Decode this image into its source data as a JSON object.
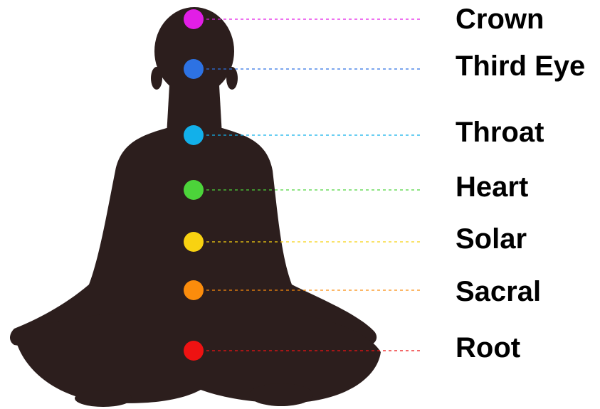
{
  "chakras": [
    {
      "name": "Crown",
      "color": "#e21ee6"
    },
    {
      "name": "Third Eye",
      "color": "#2d72e3"
    },
    {
      "name": "Throat",
      "color": "#12b0ea"
    },
    {
      "name": "Heart",
      "color": "#4cd43a"
    },
    {
      "name": "Solar",
      "color": "#f8d211"
    },
    {
      "name": "Sacral",
      "color": "#fb8c0c"
    },
    {
      "name": "Root",
      "color": "#ee1212"
    }
  ],
  "silhouette_color": "#2c1e1d"
}
